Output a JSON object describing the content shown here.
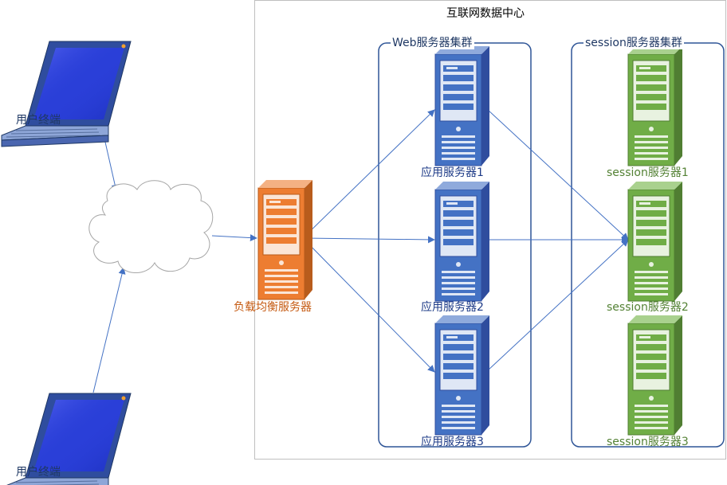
{
  "datacenter": {
    "title": "互联网数据中心"
  },
  "terminals": [
    {
      "label": "用户终端"
    },
    {
      "label": "用户终端"
    }
  ],
  "load_balancer": {
    "label": "负载均衡服务器",
    "color": "#ED7D31"
  },
  "web_cluster": {
    "title": "Web服务器集群",
    "servers": [
      {
        "label": "应用服务器1"
      },
      {
        "label": "应用服务器2"
      },
      {
        "label": "应用服务器3"
      }
    ],
    "color": "#4472C4"
  },
  "session_cluster": {
    "title": "session服务器集群",
    "servers": [
      {
        "label": "session服务器1"
      },
      {
        "label": "session服务器2"
      },
      {
        "label": "session服务器3"
      }
    ],
    "color": "#70AD47"
  },
  "colors": {
    "connector": "#4472C4",
    "group_border": "#2F5597",
    "datacenter_border": "#BFBFBF"
  }
}
